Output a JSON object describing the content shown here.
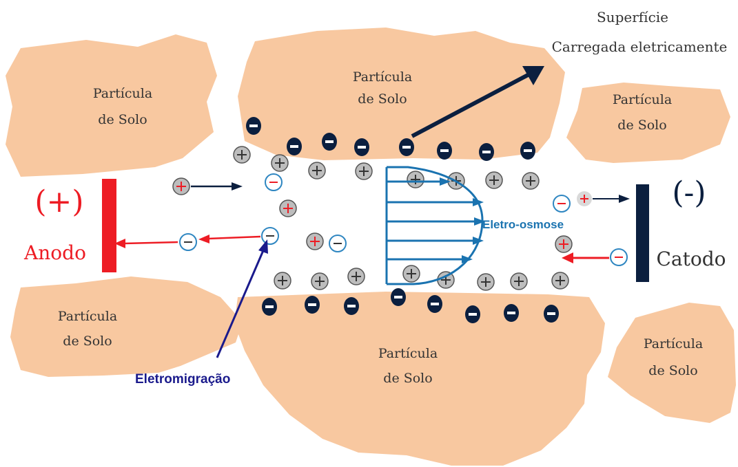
{
  "colors": {
    "soil": "#F8C8A0",
    "anode": "#ED1C24",
    "cathode": "#0B1F3F",
    "negative_ion": "#0B1F3F",
    "cation_fill": "#BDBDBD",
    "anion_ring": "#2E86C1",
    "osmosis": "#1A73B0",
    "electromigration": "#1A1A8C",
    "text": "#333333"
  },
  "labels": {
    "soil_particle_line1": "Partícula",
    "soil_particle_line2": "de Solo",
    "surface_line1": "Superfície",
    "surface_line2": "Carregada eletricamente",
    "anode_sign": "(+)",
    "anode_name": "Anodo",
    "cathode_sign": "(-)",
    "cathode_name": "Catodo",
    "electroosmosis": "Eletro-osmose",
    "electromigration": "Eletromigração"
  },
  "icons": {
    "negative_surface_charge": "dark-minus-ellipse",
    "cation": "plus-in-circle",
    "anion": "minus-in-circle"
  }
}
